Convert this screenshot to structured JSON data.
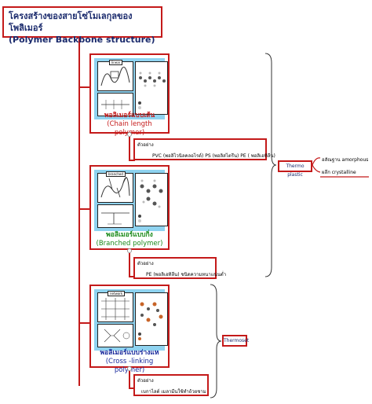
{
  "title": {
    "line1": "โครงสร้างของสายโซ่โมเลกุลของโพลิเมอร์",
    "line2": "(Polymer Backbone structure)"
  },
  "nodes": [
    {
      "thumb_tag": "linear",
      "caption_thai": "พอลิเมอร์แบบเส้น",
      "caption_en": "(Chain length polymer)",
      "caption_color": "#c41a1a",
      "example_label": "ตัวอย่าง",
      "example_text": "PVC (พอลิไวนิลคลอไรด์)   PS (พอลิสไตรีน)   PE ( พอลิเอทิลีน)"
    },
    {
      "thumb_tag": "branched",
      "caption_thai": "พอลิเมอร์แบบกิ่ง",
      "caption_en": "(Branched polymer)",
      "caption_color": "#1a8a1a",
      "example_label": "ตัวอย่าง",
      "example_text": "PE (พอลิเอทิลีน) ชนิดความหนาแน่นต่ำ"
    },
    {
      "thumb_tag": "network",
      "caption_thai": "พอลิเมอร์แบบร่างแห",
      "caption_en": "(Cross -linking polymer)",
      "caption_color": "#1a2a9c",
      "example_label": "ตัวอย่าง",
      "example_text": "เบกาไลต์  เมลามีนใช้ทำถ้วยชาม"
    }
  ],
  "groups": {
    "thermoplastic": "Thermo plastic",
    "thermoset": "Thermoset"
  },
  "thermoplastic_leaves": [
    "อสัณฐาน amorphous",
    "ผลึก crystalline"
  ],
  "colors": {
    "accent": "#c41a1a",
    "title_text": "#1a2a6c",
    "image_bg": "#8fd3f0"
  }
}
